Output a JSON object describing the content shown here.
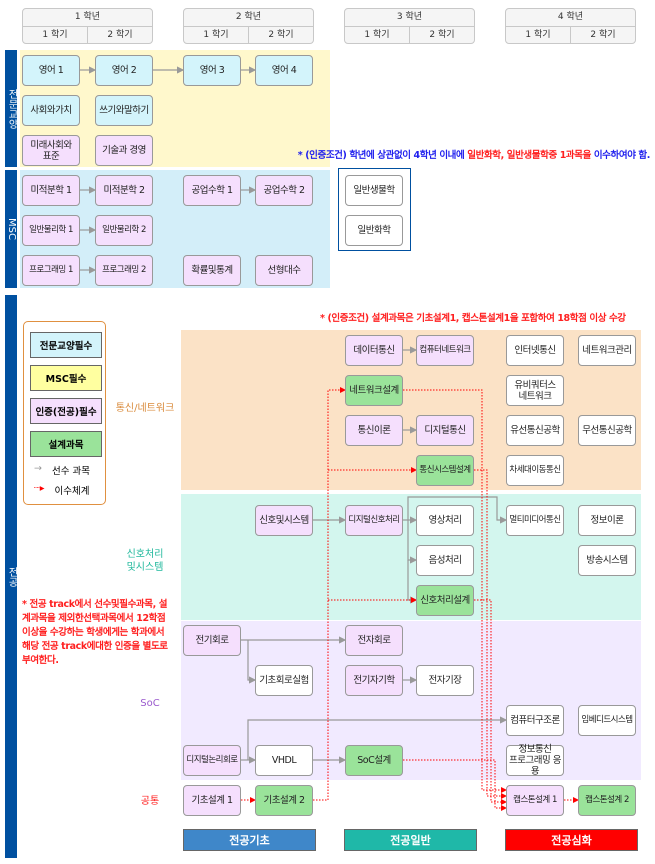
{
  "years": [
    {
      "label": "1 학년",
      "sems": [
        "1 학기",
        "2 학기"
      ]
    },
    {
      "label": "2 학년",
      "sems": [
        "1 학기",
        "2 학기"
      ]
    },
    {
      "label": "3 학년",
      "sems": [
        "1 학기",
        "2 학기"
      ]
    },
    {
      "label": "4 학년",
      "sems": [
        "1 학기",
        "2 학기"
      ]
    }
  ],
  "sections": {
    "general": "전문교양",
    "msc": "MSC",
    "major": "전공"
  },
  "colors": {
    "general_bg": "#fff8cc",
    "msc_bg": "#d3eef9",
    "comm_bg": "#fbe2c6",
    "signal_bg": "#d3f6ee",
    "soc_bg": "#f1eaff",
    "section_bar": "#0050a0",
    "basic": "#3f87c9",
    "general_major": "#1fb8a8",
    "advanced": "#ff0000"
  },
  "notes": {
    "msc_prefix": "* (인증조건) 학년에 상관없이 4학년 이내에 ",
    "msc_highlight": "일반화학, 일반생물학중 1과목을",
    "msc_suffix": " 이수하여야 함.",
    "design": "* (인증조건) 설계과목은 기초설계1, 캡스톤설계1을 포함하여 18학점 이상 수강",
    "track": "* 전공 track에서 선수및필수과목, 설계과목을 제외한선택과목에서 12학점 이상을 수강하는 학생에게는 학과에서 해당 전공 track에대한 인증을 별도로 부여한다."
  },
  "legend": {
    "general_required": "전문교양필수",
    "msc_required": "MSC필수",
    "major_required": "인증(전공)필수",
    "design": "설계과목",
    "prereq": "선수 과목",
    "sequence": "이수체계"
  },
  "tracks": {
    "comm": "통신/네트워크",
    "signal": "신호처리\n및시스템",
    "soc": "SoC",
    "common": "공통"
  },
  "categories": {
    "basic": "전공기초",
    "general": "전공일반",
    "advanced": "전공심화"
  },
  "courses": {
    "eng1": {
      "label": "영어 1",
      "type": "cyan"
    },
    "eng2": {
      "label": "영어 2",
      "type": "cyan"
    },
    "eng3": {
      "label": "영어 3",
      "type": "cyan"
    },
    "eng4": {
      "label": "영어 4",
      "type": "cyan"
    },
    "society": {
      "label": "사회와가치",
      "type": "cyan"
    },
    "writing": {
      "label": "쓰기와말하기",
      "type": "cyan"
    },
    "future": {
      "label": "미래사회와\n표준",
      "type": "pink"
    },
    "techmgmt": {
      "label": "기술과 경영",
      "type": "pink"
    },
    "calc1": {
      "label": "미적분학 1",
      "type": "pink"
    },
    "calc2": {
      "label": "미적분학 2",
      "type": "pink"
    },
    "engmath1": {
      "label": "공업수학 1",
      "type": "pink"
    },
    "engmath2": {
      "label": "공업수학 2",
      "type": "pink"
    },
    "phys1": {
      "label": "일반물리학 1",
      "type": "pink"
    },
    "phys2": {
      "label": "일반물리학 2",
      "type": "pink"
    },
    "prog1": {
      "label": "프로그래밍 1",
      "type": "pink"
    },
    "prog2": {
      "label": "프로그래밍 2",
      "type": "pink"
    },
    "prob": {
      "label": "확률및통계",
      "type": "pink"
    },
    "linalg": {
      "label": "선형대수",
      "type": "pink"
    },
    "bio": {
      "label": "일반생물학",
      "type": "white"
    },
    "chem": {
      "label": "일반화학",
      "type": "white"
    },
    "datacom": {
      "label": "데이터통신",
      "type": "pink"
    },
    "compnet": {
      "label": "컴퓨터네트워크",
      "type": "pink"
    },
    "internet": {
      "label": "인터넷통신",
      "type": "white"
    },
    "netmgmt": {
      "label": "네트워크관리",
      "type": "white"
    },
    "netdesign": {
      "label": "네트워크설계",
      "type": "green"
    },
    "ubiq": {
      "label": "유비쿼터스\n네트워크",
      "type": "white"
    },
    "commtheory": {
      "label": "통신이론",
      "type": "pink"
    },
    "digcomm": {
      "label": "디지털통신",
      "type": "pink"
    },
    "wired": {
      "label": "유선통신공학",
      "type": "white"
    },
    "wireless": {
      "label": "무선통신공학",
      "type": "white"
    },
    "commsysdesign": {
      "label": "통신시스템설계",
      "type": "green"
    },
    "nextgen": {
      "label": "차세대이동통신",
      "type": "white"
    },
    "sigsys": {
      "label": "신호및시스템",
      "type": "pink"
    },
    "dsp": {
      "label": "디지털신호처리",
      "type": "pink"
    },
    "image": {
      "label": "영상처리",
      "type": "white"
    },
    "multimedia": {
      "label": "멀티미디어통신",
      "type": "white"
    },
    "infotheory": {
      "label": "정보이론",
      "type": "white"
    },
    "speech": {
      "label": "음성처리",
      "type": "white"
    },
    "broadcast": {
      "label": "방송시스템",
      "type": "white"
    },
    "sigdesign": {
      "label": "신호처리설계",
      "type": "green"
    },
    "circuit": {
      "label": "전기회로",
      "type": "pink"
    },
    "electronic": {
      "label": "전자회로",
      "type": "pink"
    },
    "circuitlab": {
      "label": "기초회로실험",
      "type": "white"
    },
    "em": {
      "label": "전기자기학",
      "type": "pink"
    },
    "emfield": {
      "label": "전자기장",
      "type": "white"
    },
    "comparch": {
      "label": "컴퓨터구조론",
      "type": "white"
    },
    "embedded": {
      "label": "임베디드시스템",
      "type": "white"
    },
    "logic": {
      "label": "디지털논리회로",
      "type": "pink"
    },
    "vhdl": {
      "label": "VHDL",
      "type": "white"
    },
    "socdesign": {
      "label": "SoC설계",
      "type": "green"
    },
    "infoprog": {
      "label": "정보통신\n프로그래밍 응용",
      "type": "white"
    },
    "design1": {
      "label": "기초설계 1",
      "type": "pink"
    },
    "design2": {
      "label": "기초설계 2",
      "type": "green"
    },
    "capstone1": {
      "label": "캡스톤설계 1",
      "type": "pink"
    },
    "capstone2": {
      "label": "캡스톤설계 2",
      "type": "green"
    }
  }
}
